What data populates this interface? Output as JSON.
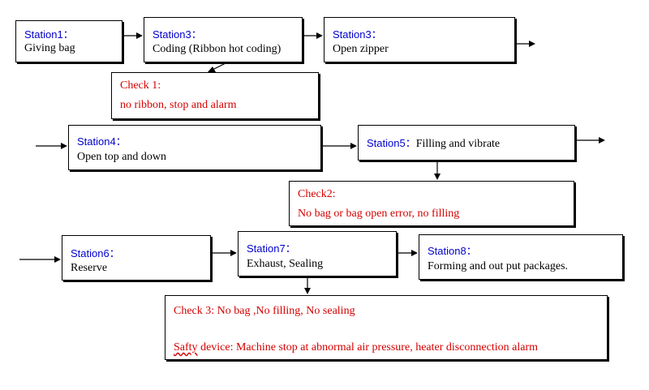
{
  "stations": {
    "s1": {
      "label": "Station1：",
      "text": "Giving bag"
    },
    "s3a": {
      "label": "Station3：",
      "text": "Coding (Ribbon hot coding)"
    },
    "s3b": {
      "label": "Station3：",
      "text": "Open zipper"
    },
    "s4": {
      "label": "Station4：",
      "text": "Open top and down"
    },
    "s5": {
      "label": "Station5：",
      "text": "Filling and vibrate"
    },
    "s6": {
      "label": "Station6：",
      "text": "Reserve"
    },
    "s7": {
      "label": "Station7：",
      "text": "Exhaust, Sealing"
    },
    "s8": {
      "label": "Station8：",
      "text": "Forming and out put packages."
    }
  },
  "checks": {
    "c1": {
      "title": "Check 1:",
      "text": "no ribbon, stop and alarm"
    },
    "c2": {
      "title": "Check2:",
      "text": "No bag or bag open error, no filling"
    },
    "c3": {
      "text": "Check 3: No bag ,No filling, No sealing",
      "safety_word": "Safty",
      "safety_rest": " device: Machine stop at abnormal air pressure, heater disconnection alarm"
    }
  },
  "colors": {
    "station_label": "#0000cc",
    "check_text": "#d40000",
    "border": "#000000"
  }
}
